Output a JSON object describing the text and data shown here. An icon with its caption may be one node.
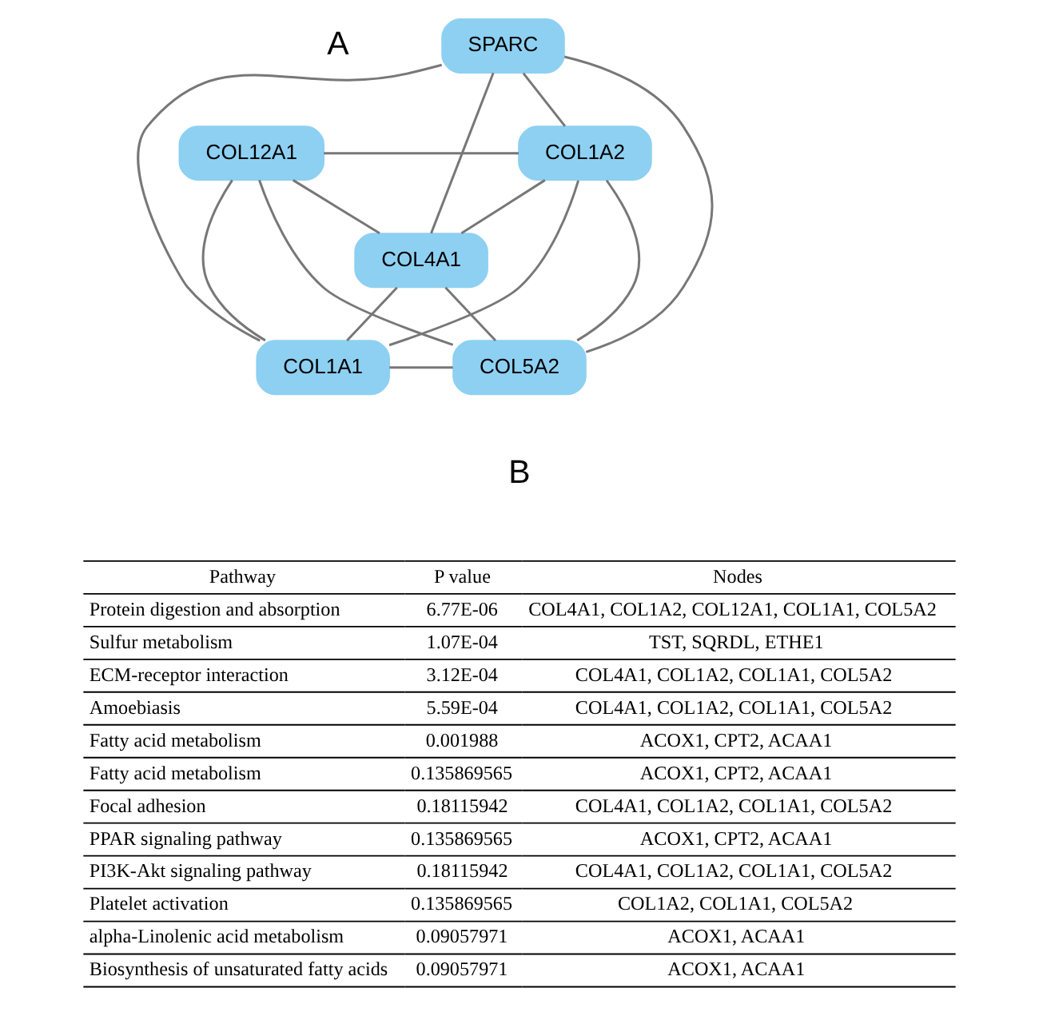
{
  "diagram": {
    "nodes": [
      {
        "text": [
          "SPARC"
        ]
      },
      {
        "text": [
          "COL12A1"
        ]
      },
      {
        "text": [
          "COL1A2"
        ]
      },
      {
        "text": [
          "COL4A1"
        ]
      },
      {
        "text": [
          "COL1A1"
        ]
      },
      {
        "text": [
          "COL5A2"
        ]
      }
    ],
    "edges": [
      {
        "from": 0,
        "to": 2,
        "arrow": "none"
      },
      {
        "from": 0,
        "to": 4,
        "arrow": "none"
      },
      {
        "from": 0,
        "to": 5,
        "arrow": "none"
      },
      {
        "from": 0,
        "to": 3,
        "arrow": "none"
      },
      {
        "from": 1,
        "to": 2,
        "arrow": "none"
      },
      {
        "from": 1,
        "to": 4,
        "arrow": "none"
      },
      {
        "from": 1,
        "to": 5,
        "arrow": "none"
      },
      {
        "from": 1,
        "to": 3,
        "arrow": "none"
      },
      {
        "from": 2,
        "to": 3,
        "arrow": "none"
      },
      {
        "from": 2,
        "to": 4,
        "arrow": "none"
      },
      {
        "from": 2,
        "to": 5,
        "arrow": "none"
      },
      {
        "from": 3,
        "to": 4,
        "arrow": "none"
      },
      {
        "from": 3,
        "to": 5,
        "arrow": "none"
      },
      {
        "from": 4,
        "to": 5,
        "arrow": "none"
      }
    ],
    "labels": [
      "A",
      "B",
      "Pathway",
      "P value",
      "Nodes",
      "Protein digestion and absorption",
      "6.77E-06",
      "COL4A1, COL1A2, COL12A1, COL1A1, COL5A2",
      "Sulfur metabolism",
      "1.07E-04",
      "TST, SQRDL, ETHE1",
      "ECM-receptor interaction",
      "3.12E-04",
      "COL4A1, COL1A2, COL1A1, COL5A2",
      "Amoebiasis",
      "5.59E-04",
      "COL4A1, COL1A2, COL1A1, COL5A2",
      "Fatty acid metabolism",
      "0.001988",
      "ACOX1, CPT2, ACAA1",
      "Fatty acid metabolism",
      "0.135869565",
      "ACOX1, CPT2, ACAA1",
      "Focal adhesion",
      "0.18115942",
      "COL4A1, COL1A2, COL1A1, COL5A2",
      "PPAR signaling pathway",
      "0.135869565",
      "ACOX1, CPT2, ACAA1",
      "PI3K-Akt signaling pathway",
      "0.18115942",
      "COL4A1, COL1A2, COL1A1, COL5A2",
      "Platelet activation",
      "0.135869565",
      "COL1A2, COL1A1, COL5A2",
      "alpha-Linolenic acid metabolism",
      "0.09057971",
      "ACOX1, ACAA1",
      "Biosynthesis of unsaturated fatty acids",
      "0.09057971",
      "ACOX1, ACAA1"
    ]
  }
}
